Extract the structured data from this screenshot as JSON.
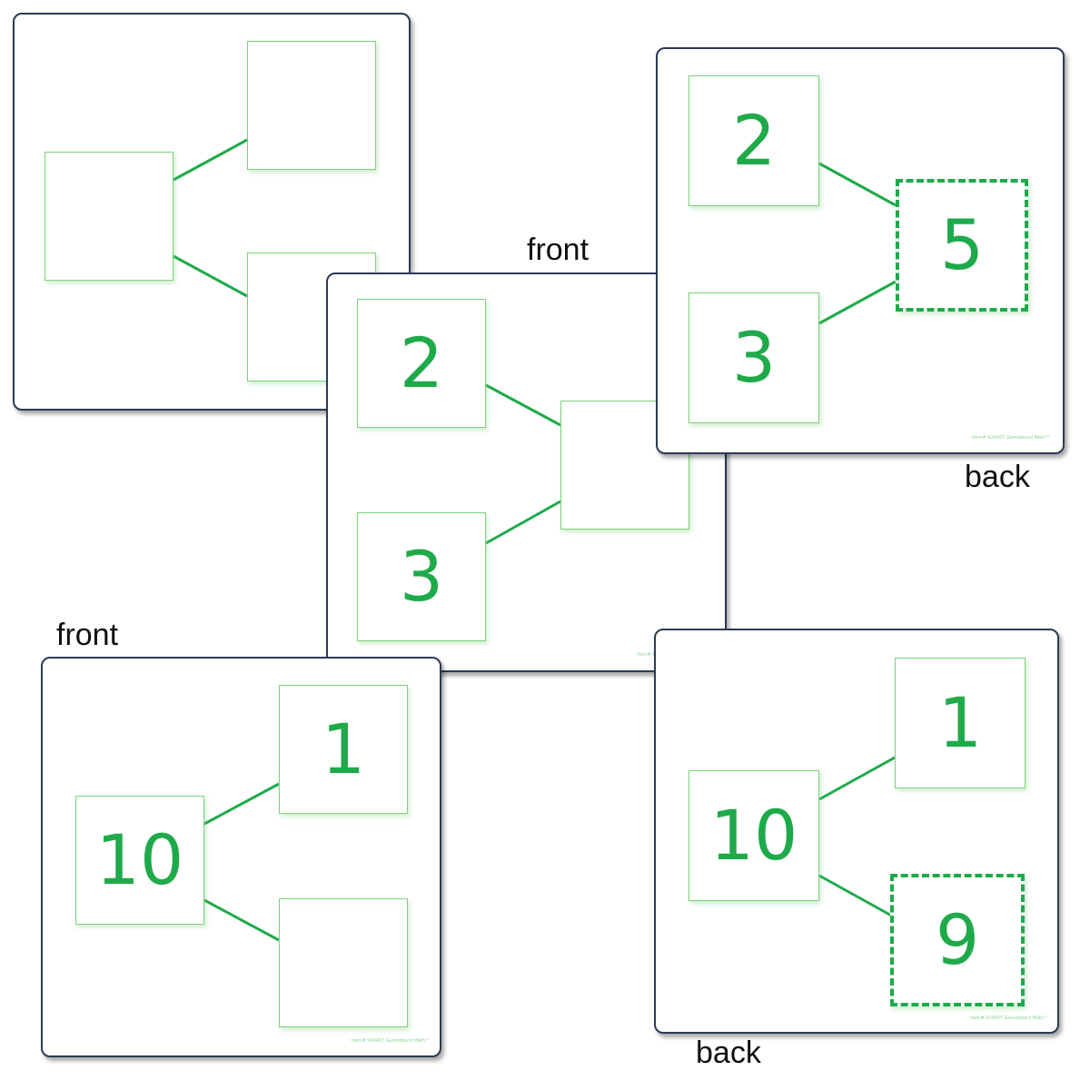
{
  "labels": {
    "mid_front": "front",
    "tr_back": "back",
    "bl_front": "front",
    "br_back": "back"
  },
  "boards": {
    "top_left": {
      "left_box": "",
      "top_box": "",
      "bottom_box": ""
    },
    "middle": {
      "top_box": "2",
      "bottom_box": "3",
      "right_box": ""
    },
    "top_right": {
      "top_box": "2",
      "bottom_box": "3",
      "right_box": "5"
    },
    "bottom_left": {
      "left_box": "10",
      "top_box": "1",
      "bottom_box": ""
    },
    "bottom_right": {
      "left_box": "10",
      "top_box": "1",
      "bottom_box": "9"
    }
  },
  "brand_text": "Item# 92445T Gameboard Math™",
  "colors": {
    "green": "#1faa4a",
    "light_green": "#7ed07a",
    "board_border": "#2c3a55"
  }
}
